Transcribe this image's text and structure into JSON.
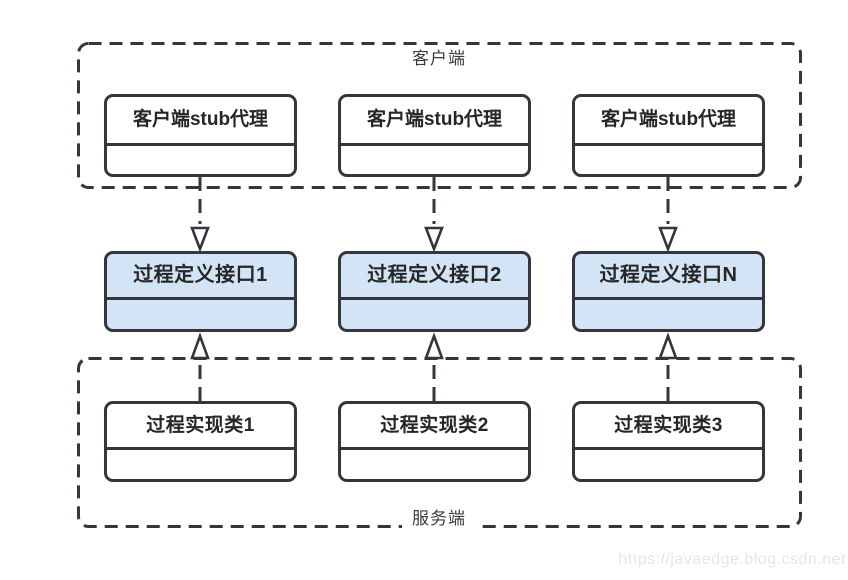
{
  "diagram": {
    "client_group": {
      "label": "客户端",
      "boxes": [
        {
          "title": "客户端stub代理"
        },
        {
          "title": "客户端stub代理"
        },
        {
          "title": "客户端stub代理"
        }
      ]
    },
    "interface_row": {
      "boxes": [
        {
          "title": "过程定义接口1"
        },
        {
          "title": "过程定义接口2"
        },
        {
          "title": "过程定义接口N"
        }
      ]
    },
    "server_group": {
      "label": "服务端",
      "boxes": [
        {
          "title": "过程实现类1"
        },
        {
          "title": "过程实现类2"
        },
        {
          "title": "过程实现类3"
        }
      ]
    },
    "watermark": "https://javaedge.blog.csdn.net"
  },
  "colors": {
    "interface_fill": "#d3e4f7",
    "line_color": "#33373d"
  }
}
